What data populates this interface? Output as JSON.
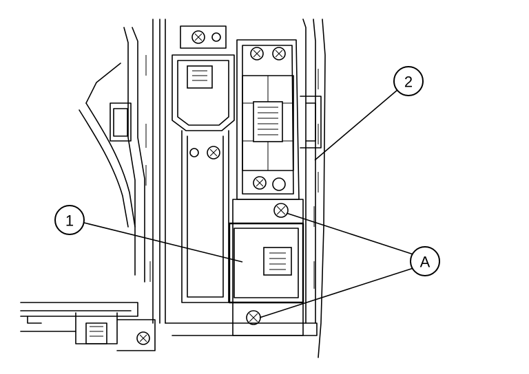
{
  "callouts": {
    "c1": "1",
    "c2": "2",
    "cA": "A"
  },
  "icons": [
    "screw-icon",
    "connector-icon"
  ],
  "colors": {
    "line": "#000000",
    "background": "#ffffff"
  }
}
